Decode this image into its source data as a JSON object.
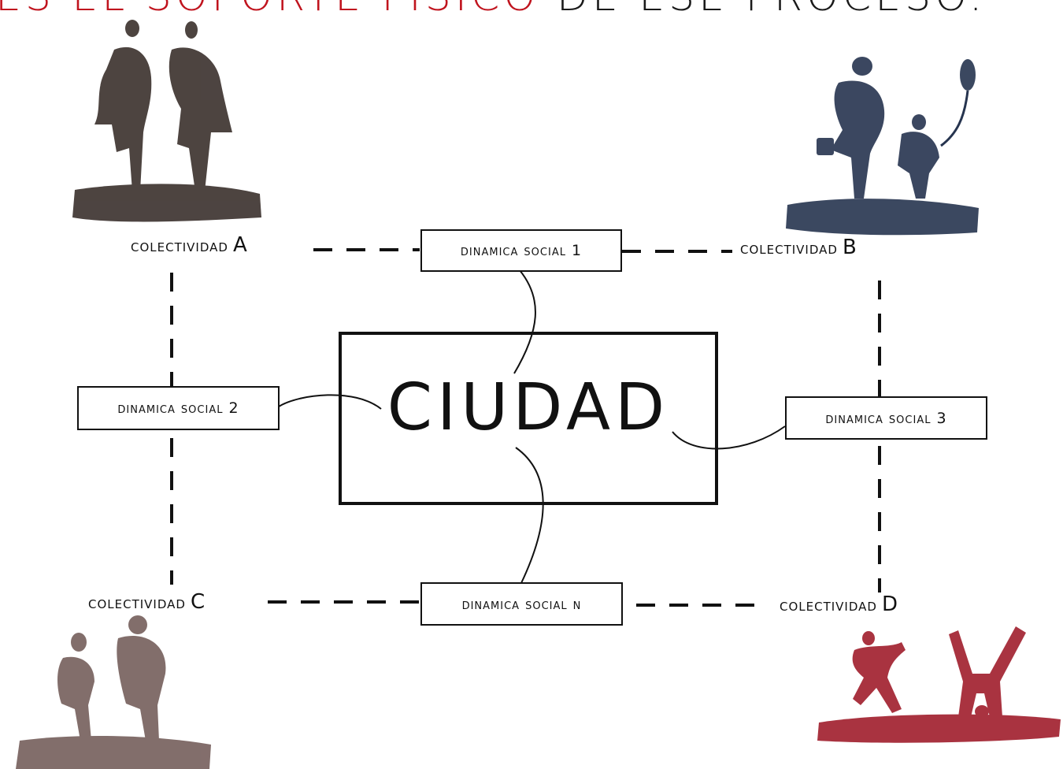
{
  "heading": {
    "red_part": "ES EL SOPORTE FISICO",
    "dark_part": "DE ESE PROCESO."
  },
  "center": {
    "label": "CIUDAD"
  },
  "collectives": {
    "a": {
      "word": "colectividad",
      "letter": "A"
    },
    "b": {
      "word": "colectividad",
      "letter": "B"
    },
    "c": {
      "word": "colectividad",
      "letter": "C"
    },
    "d": {
      "word": "colectividad",
      "letter": "D"
    }
  },
  "dynamics": {
    "d1": "DINAMICA SOCIAL 1",
    "d2": "DINAMICA SOCIAL 2",
    "d3": "DINAMICA SOCIAL 3",
    "dn": "DINAMICA SOCIAL N"
  },
  "colors": {
    "heading_red": "#c0141e",
    "figure_a": "#3a302c",
    "figure_b": "#26344f",
    "figure_c": "#6d5552",
    "figure_d": "#a01e2c"
  },
  "icons": [
    "people-walking-illustration",
    "mother-child-balloon-illustration",
    "children-walking-illustration",
    "children-playing-illustration"
  ]
}
